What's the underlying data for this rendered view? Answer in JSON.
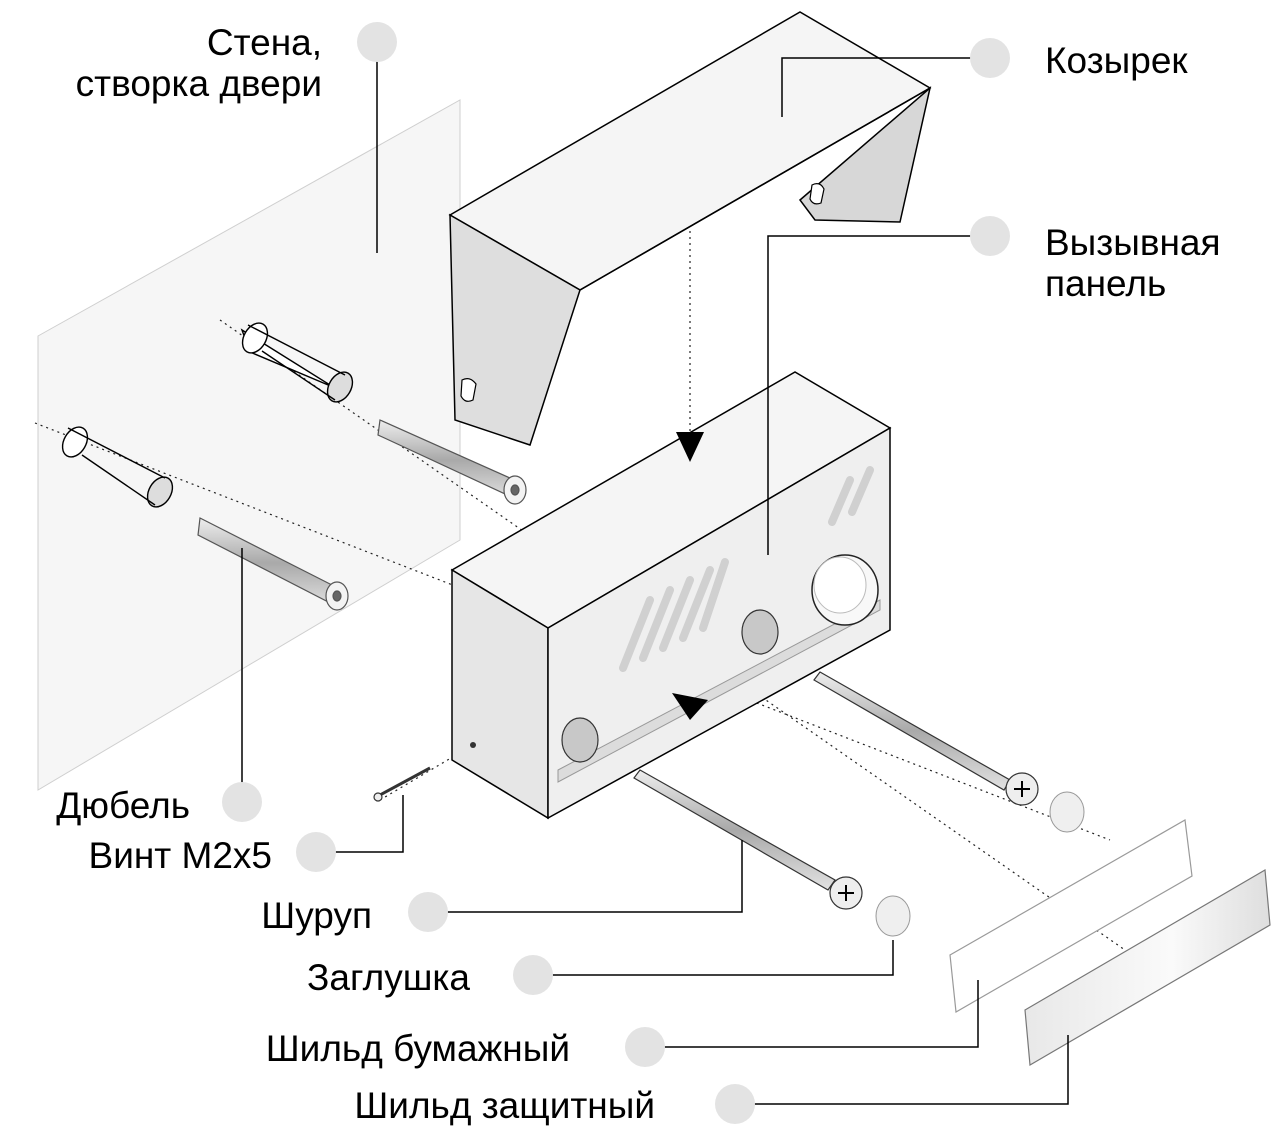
{
  "labels": {
    "wall_line1": "Стена,",
    "wall_line2": "створка двери",
    "visor": "Козырек",
    "panel_line1": "Вызывная",
    "panel_line2": "панель",
    "dowel": "Дюбель",
    "screw_m2": "Винт М2х5",
    "wood_screw": "Шуруп",
    "plug": "Заглушка",
    "paper_plate": "Шильд бумажный",
    "protective_plate": "Шильд защитный"
  },
  "colors": {
    "marker": "#e3e3e3",
    "line": "#000000",
    "part_fill": "#f4f4f4",
    "part_shade": "#dcdcdc",
    "wall": "#f6f6f6"
  }
}
